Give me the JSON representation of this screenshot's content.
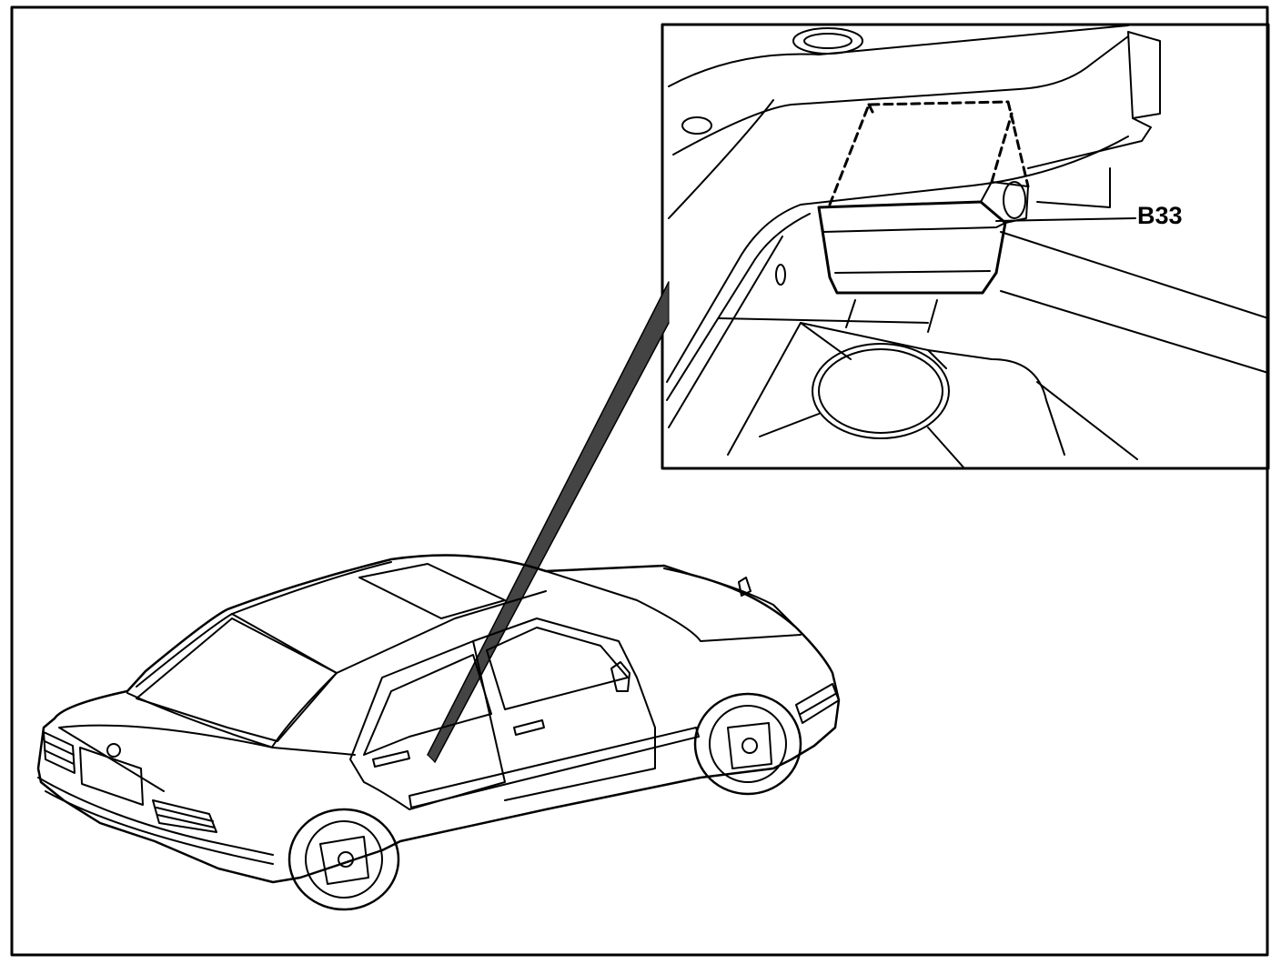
{
  "figure": {
    "callout_label": "B33"
  },
  "colors": {
    "ink": "#000000",
    "paper": "#ffffff",
    "pointer_fill": "#555555"
  },
  "icons": {
    "vehicle": "sedan-line-drawing",
    "component": "sensor-module-housing",
    "emblem": "three-pointed-star-icon"
  }
}
